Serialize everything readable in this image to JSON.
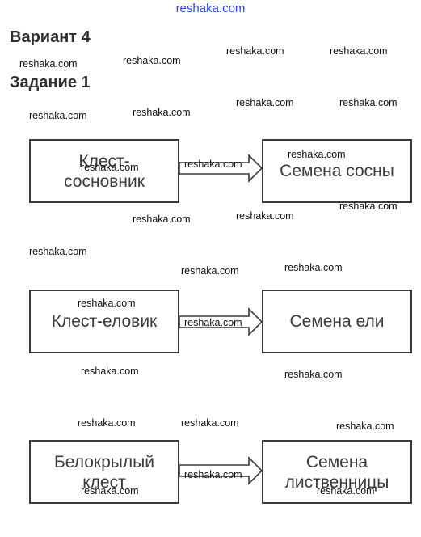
{
  "site": "reshaka.com",
  "variant": "Вариант 4",
  "task": "Задание 1",
  "watermark": "reshaka.com",
  "chains": [
    {
      "from": "Клест-\nсосновник",
      "to": "Семена сосны"
    },
    {
      "from": "Клест-еловик",
      "to": "Семена ели"
    },
    {
      "from": "Белокрылый\nклест",
      "to": "Семена\nлиственницы"
    }
  ]
}
